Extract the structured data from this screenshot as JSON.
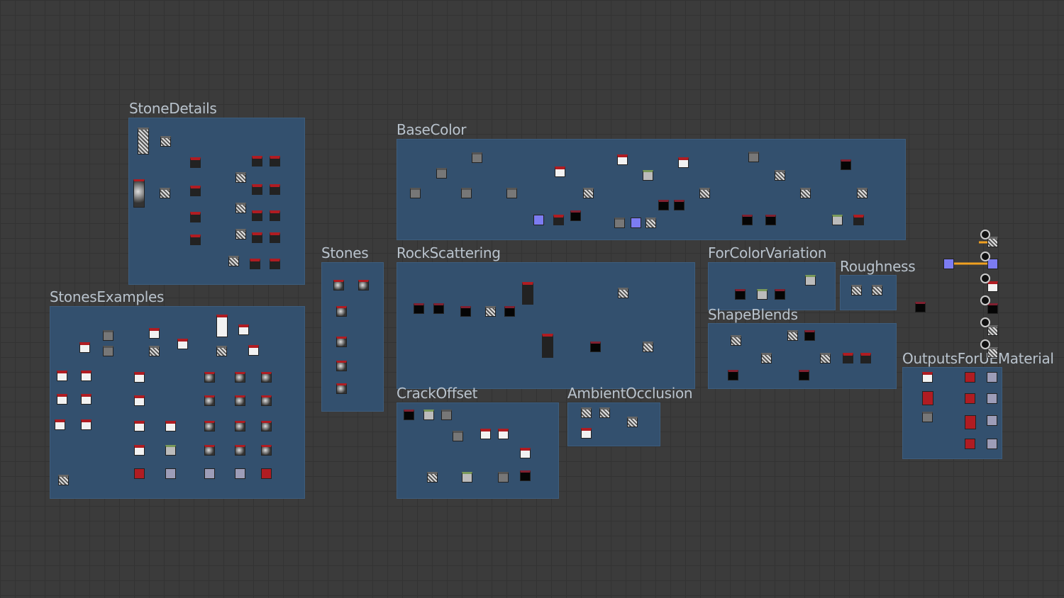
{
  "graph": {
    "frames": [
      {
        "id": "stone-details",
        "title": "StoneDetails"
      },
      {
        "id": "base-color",
        "title": "BaseColor"
      },
      {
        "id": "stones",
        "title": "Stones"
      },
      {
        "id": "rock-scattering",
        "title": "RockScattering"
      },
      {
        "id": "for-color-variation",
        "title": "ForColorVariation"
      },
      {
        "id": "roughness",
        "title": "Roughness"
      },
      {
        "id": "shape-blends",
        "title": "ShapeBlends"
      },
      {
        "id": "stones-examples",
        "title": "StonesExamples"
      },
      {
        "id": "crack-offset",
        "title": "CrackOffset"
      },
      {
        "id": "ambient-occlusion",
        "title": "AmbientOcclusion"
      },
      {
        "id": "outputs-for-ue-material",
        "title": "OutputsForUEMaterial"
      }
    ]
  },
  "colors": {
    "frame": "#33506e",
    "wire": "#c8c8c8",
    "highlight_wire": "#f0a020",
    "label": "#b9c3cd"
  }
}
